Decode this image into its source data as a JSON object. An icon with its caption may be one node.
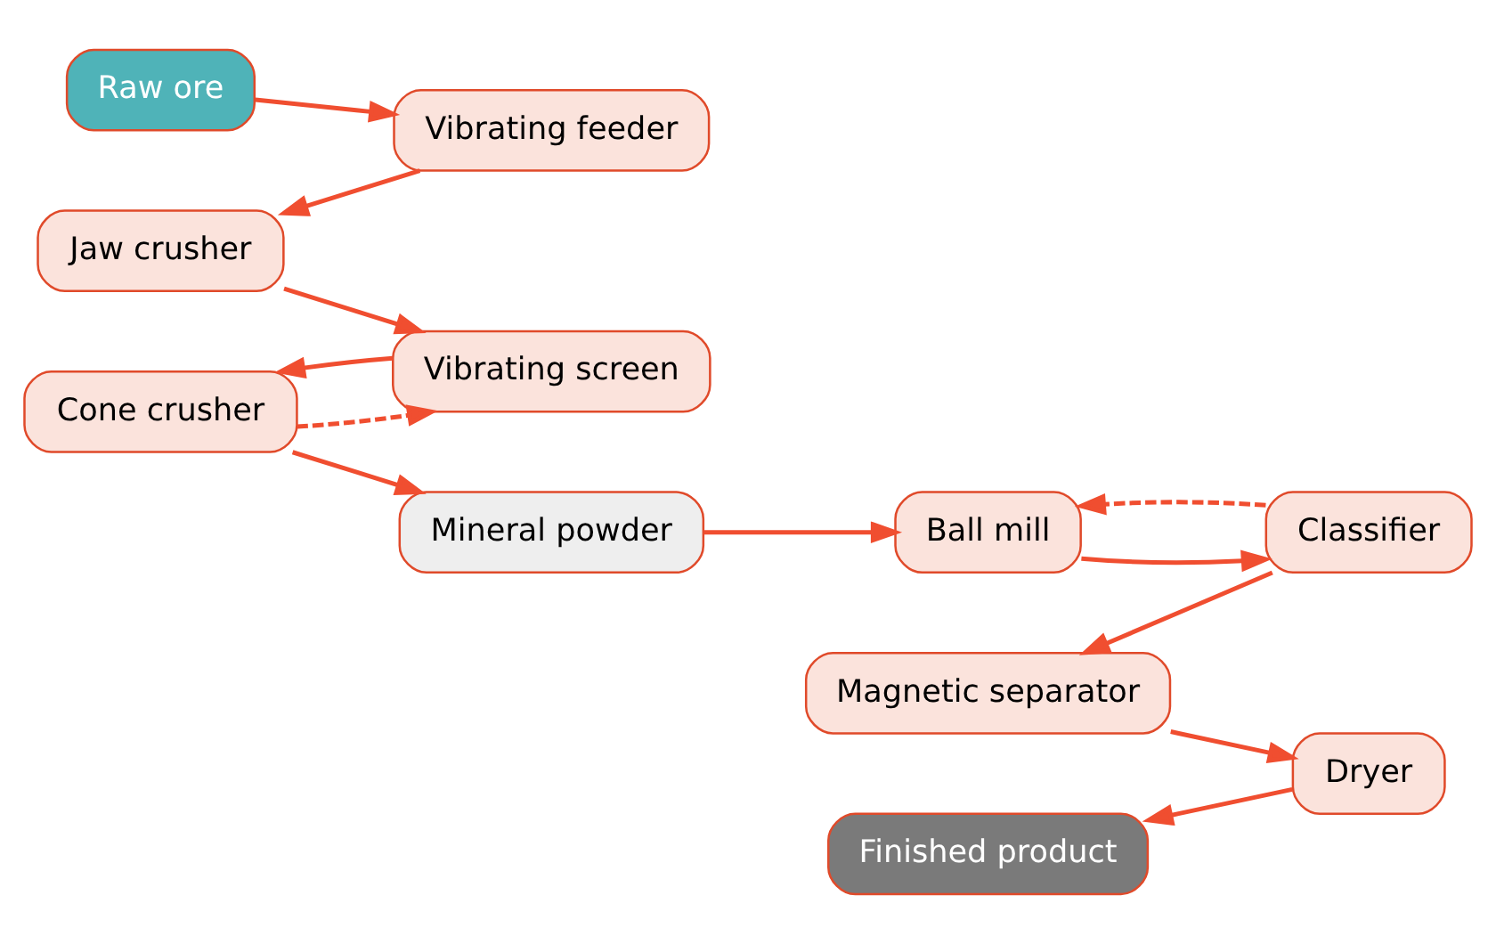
{
  "diagram": {
    "nodes": [
      {
        "text": [
          "Raw ore"
        ]
      },
      {
        "text": [
          "Vibrating feeder"
        ]
      },
      {
        "text": [
          "Jaw crusher"
        ]
      },
      {
        "text": [
          "Vibrating screen"
        ]
      },
      {
        "text": [
          "Cone crusher"
        ]
      },
      {
        "text": [
          "Mineral powder"
        ]
      },
      {
        "text": [
          "Ball mill"
        ]
      },
      {
        "text": [
          "Classifier"
        ]
      },
      {
        "text": [
          "Magnetic separator"
        ]
      },
      {
        "text": [
          "Dryer"
        ]
      },
      {
        "text": [
          "Finished product"
        ]
      }
    ],
    "edges": [
      {
        "from": 0,
        "to": 1,
        "arrow": "to"
      },
      {
        "from": 1,
        "to": 2,
        "arrow": "to"
      },
      {
        "from": 2,
        "to": 3,
        "arrow": "to"
      },
      {
        "from": 3,
        "to": 4,
        "arrow": "to"
      },
      {
        "from": 4,
        "to": 3,
        "arrow": "to",
        "style": "dashed"
      },
      {
        "from": 4,
        "to": 5,
        "arrow": "to"
      },
      {
        "from": 5,
        "to": 6,
        "arrow": "to"
      },
      {
        "from": 6,
        "to": 7,
        "arrow": "to"
      },
      {
        "from": 7,
        "to": 6,
        "arrow": "to",
        "style": "dashed"
      },
      {
        "from": 7,
        "to": 8,
        "arrow": "to"
      },
      {
        "from": 8,
        "to": 9,
        "arrow": "to"
      },
      {
        "from": 9,
        "to": 10,
        "arrow": "to"
      }
    ]
  }
}
